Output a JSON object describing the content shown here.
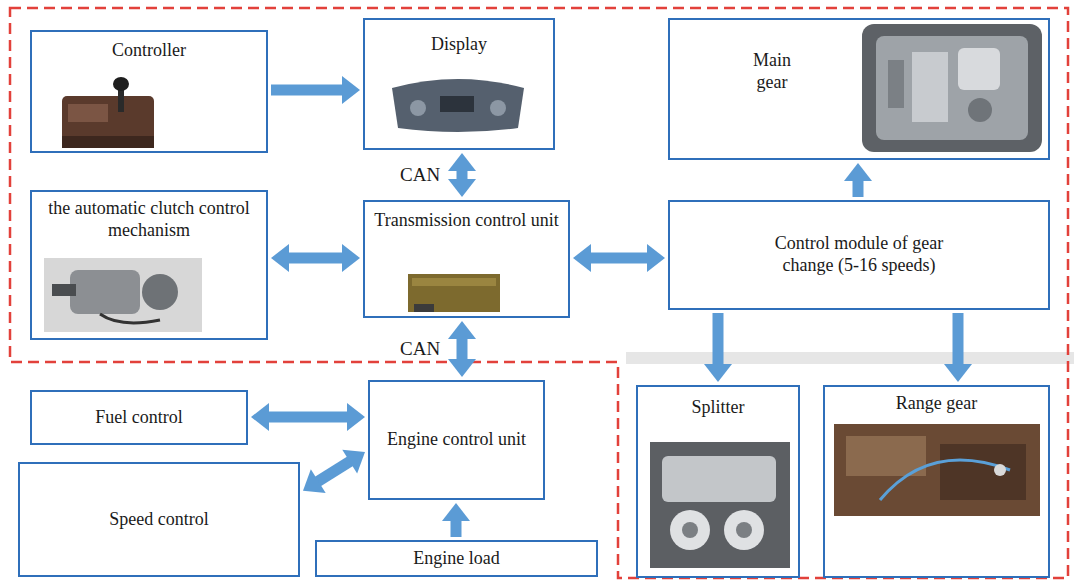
{
  "diagram": {
    "nodes": [
      {
        "text": [
          "Controller"
        ]
      },
      {
        "text": [
          "Display"
        ]
      },
      {
        "text": [
          "Main gear"
        ]
      },
      {
        "text": [
          "the automatic clutch control mechanism"
        ]
      },
      {
        "text": [
          "Transmission control unit"
        ]
      },
      {
        "text": [
          "Control module of gear change (5-16 speeds)"
        ]
      },
      {
        "text": [
          "Fuel control"
        ]
      },
      {
        "text": [
          "Engine control unit"
        ]
      },
      {
        "text": [
          "Splitter"
        ]
      },
      {
        "text": [
          "Range gear"
        ]
      },
      {
        "text": [
          "Speed control"
        ]
      },
      {
        "text": [
          "Engine load"
        ]
      }
    ],
    "edges": [
      {
        "from": 0,
        "to": 1,
        "arrow": "to"
      },
      {
        "from": 1,
        "to": 4,
        "arrow": "both",
        "label": "CAN"
      },
      {
        "from": 3,
        "to": 4,
        "arrow": "both"
      },
      {
        "from": 4,
        "to": 5,
        "arrow": "both"
      },
      {
        "from": 5,
        "to": 2,
        "arrow": "to"
      },
      {
        "from": 5,
        "to": 8,
        "arrow": "to"
      },
      {
        "from": 5,
        "to": 9,
        "arrow": "to"
      },
      {
        "from": 4,
        "to": 7,
        "arrow": "both",
        "label": "CAN"
      },
      {
        "from": 6,
        "to": 7,
        "arrow": "both"
      },
      {
        "from": 10,
        "to": 7,
        "arrow": "both"
      },
      {
        "from": 11,
        "to": 7,
        "arrow": "to"
      }
    ]
  }
}
